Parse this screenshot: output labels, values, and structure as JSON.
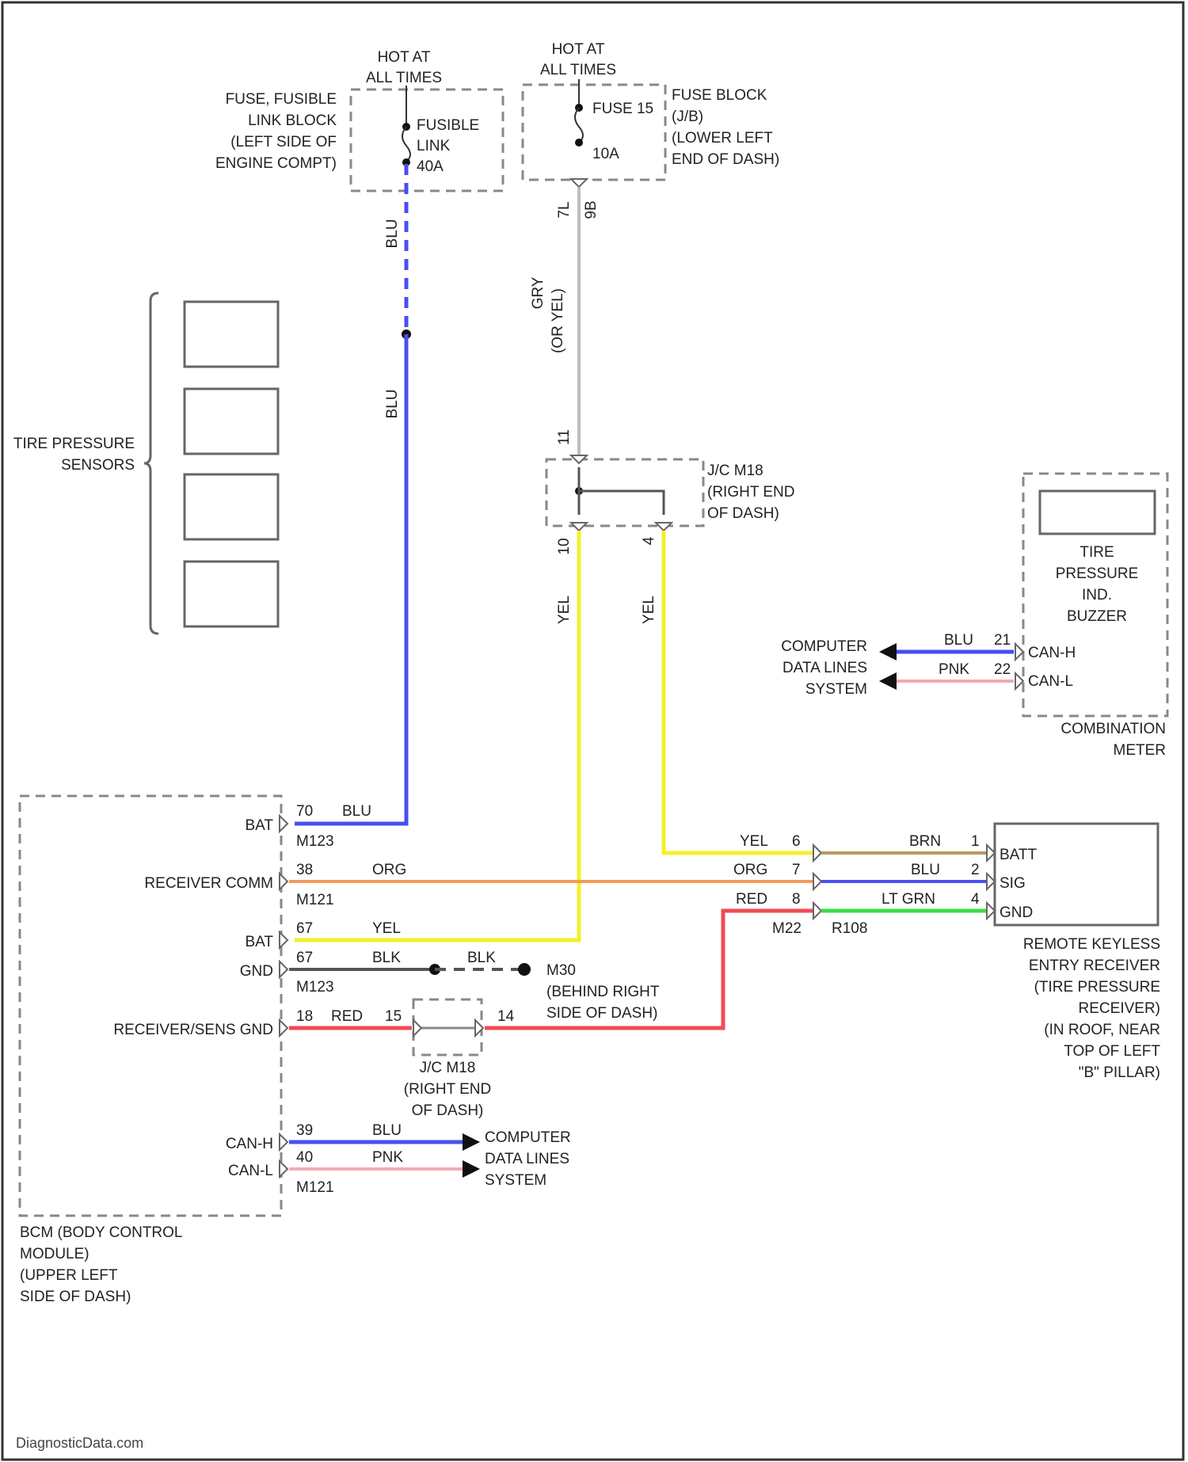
{
  "colors": {
    "BLU": "#4a4ef0",
    "YEL": "#f3f02a",
    "ORG": "#f39a5a",
    "RED": "#ef4b55",
    "PNK": "#f2aab6",
    "BLK": "#555555",
    "GRY": "#bdbdbd",
    "BRN": "#b89a60",
    "LTGRN": "#3cdc46"
  },
  "hot1": {
    "line1": "HOT AT",
    "line2": "ALL TIMES"
  },
  "hot2": {
    "line1": "HOT AT",
    "line2": "ALL TIMES"
  },
  "fusible": {
    "desc": [
      "FUSE, FUSIBLE",
      "LINK BLOCK",
      "(LEFT SIDE OF",
      "ENGINE COMPT)"
    ],
    "name": [
      "FUSIBLE",
      "LINK"
    ],
    "rating": "40A"
  },
  "fuse": {
    "name": "FUSE 15",
    "rating": "10A",
    "desc": [
      "FUSE BLOCK",
      "(J/B)",
      "(LOWER LEFT",
      "END OF DASH)"
    ],
    "pins": [
      "7L",
      "9B"
    ]
  },
  "wire_labels": {
    "blu_top": "BLU",
    "blu_mid": "BLU",
    "gry": [
      "GRY",
      "(OR YEL)"
    ],
    "yel_left": "YEL",
    "yel_right": "YEL"
  },
  "sensors_label": [
    "TIRE PRESSURE",
    "SENSORS"
  ],
  "joint1": {
    "desc": [
      "J/C M18",
      "(RIGHT END",
      "OF DASH)"
    ],
    "pins": [
      "11",
      "10",
      "4"
    ]
  },
  "combination_meter": {
    "device": [
      "TIRE",
      "PRESSURE",
      "IND.",
      "BUZZER"
    ],
    "name": [
      "COMBINATION",
      "METER"
    ],
    "computer_label": [
      "COMPUTER",
      "DATA LINES",
      "SYSTEM"
    ],
    "rows": [
      {
        "wire": "BLU",
        "pin": "21",
        "signal": "CAN-H"
      },
      {
        "wire": "PNK",
        "pin": "22",
        "signal": "CAN-L"
      }
    ]
  },
  "bcm": {
    "name": [
      "BCM (BODY CONTROL",
      "MODULE)",
      "(UPPER LEFT",
      "SIDE OF DASH)"
    ],
    "rows": [
      {
        "label": "BAT",
        "pin": "70",
        "wire": "BLU",
        "conn": "M123"
      },
      {
        "label": "RECEIVER COMM",
        "pin": "38",
        "wire": "ORG",
        "conn": "M121"
      },
      {
        "label": "BAT",
        "pin": "67",
        "wire": "YEL",
        "conn": ""
      },
      {
        "label": "GND",
        "pin": "67",
        "wire": "BLK",
        "conn": "M123"
      },
      {
        "label": "RECEIVER/SENS GND",
        "pin": "18",
        "wire": "RED",
        "conn": ""
      },
      {
        "label": "CAN-H",
        "pin": "39",
        "wire": "BLU",
        "conn": ""
      },
      {
        "label": "CAN-L",
        "pin": "40",
        "wire": "PNK",
        "conn": "M121"
      }
    ],
    "computer_label": [
      "COMPUTER",
      "DATA LINES",
      "SYSTEM"
    ]
  },
  "ground": {
    "wire": "BLK",
    "name": "M30",
    "desc": [
      "(BEHIND RIGHT",
      "SIDE OF DASH)"
    ]
  },
  "joint2": {
    "pins": [
      "15",
      "14"
    ],
    "desc": [
      "J/C M18",
      "(RIGHT END",
      "OF DASH)"
    ]
  },
  "receiver": {
    "rows": [
      {
        "left_wire": "YEL",
        "left_pin": "6",
        "right_wire": "BRN",
        "right_pin": "1",
        "signal": "BATT"
      },
      {
        "left_wire": "ORG",
        "left_pin": "7",
        "right_wire": "BLU",
        "right_pin": "2",
        "signal": "SIG"
      },
      {
        "left_wire": "RED",
        "left_pin": "8",
        "right_wire": "LT GRN",
        "right_pin": "4",
        "signal": "GND"
      }
    ],
    "conn_left": "M22",
    "conn_right": "R108",
    "name": [
      "REMOTE KEYLESS",
      "ENTRY RECEIVER",
      "(TIRE PRESSURE",
      "RECEIVER)",
      "(IN ROOF, NEAR",
      "TOP OF LEFT",
      "\"B\" PILLAR)"
    ]
  },
  "watermark": "DiagnosticData.com"
}
